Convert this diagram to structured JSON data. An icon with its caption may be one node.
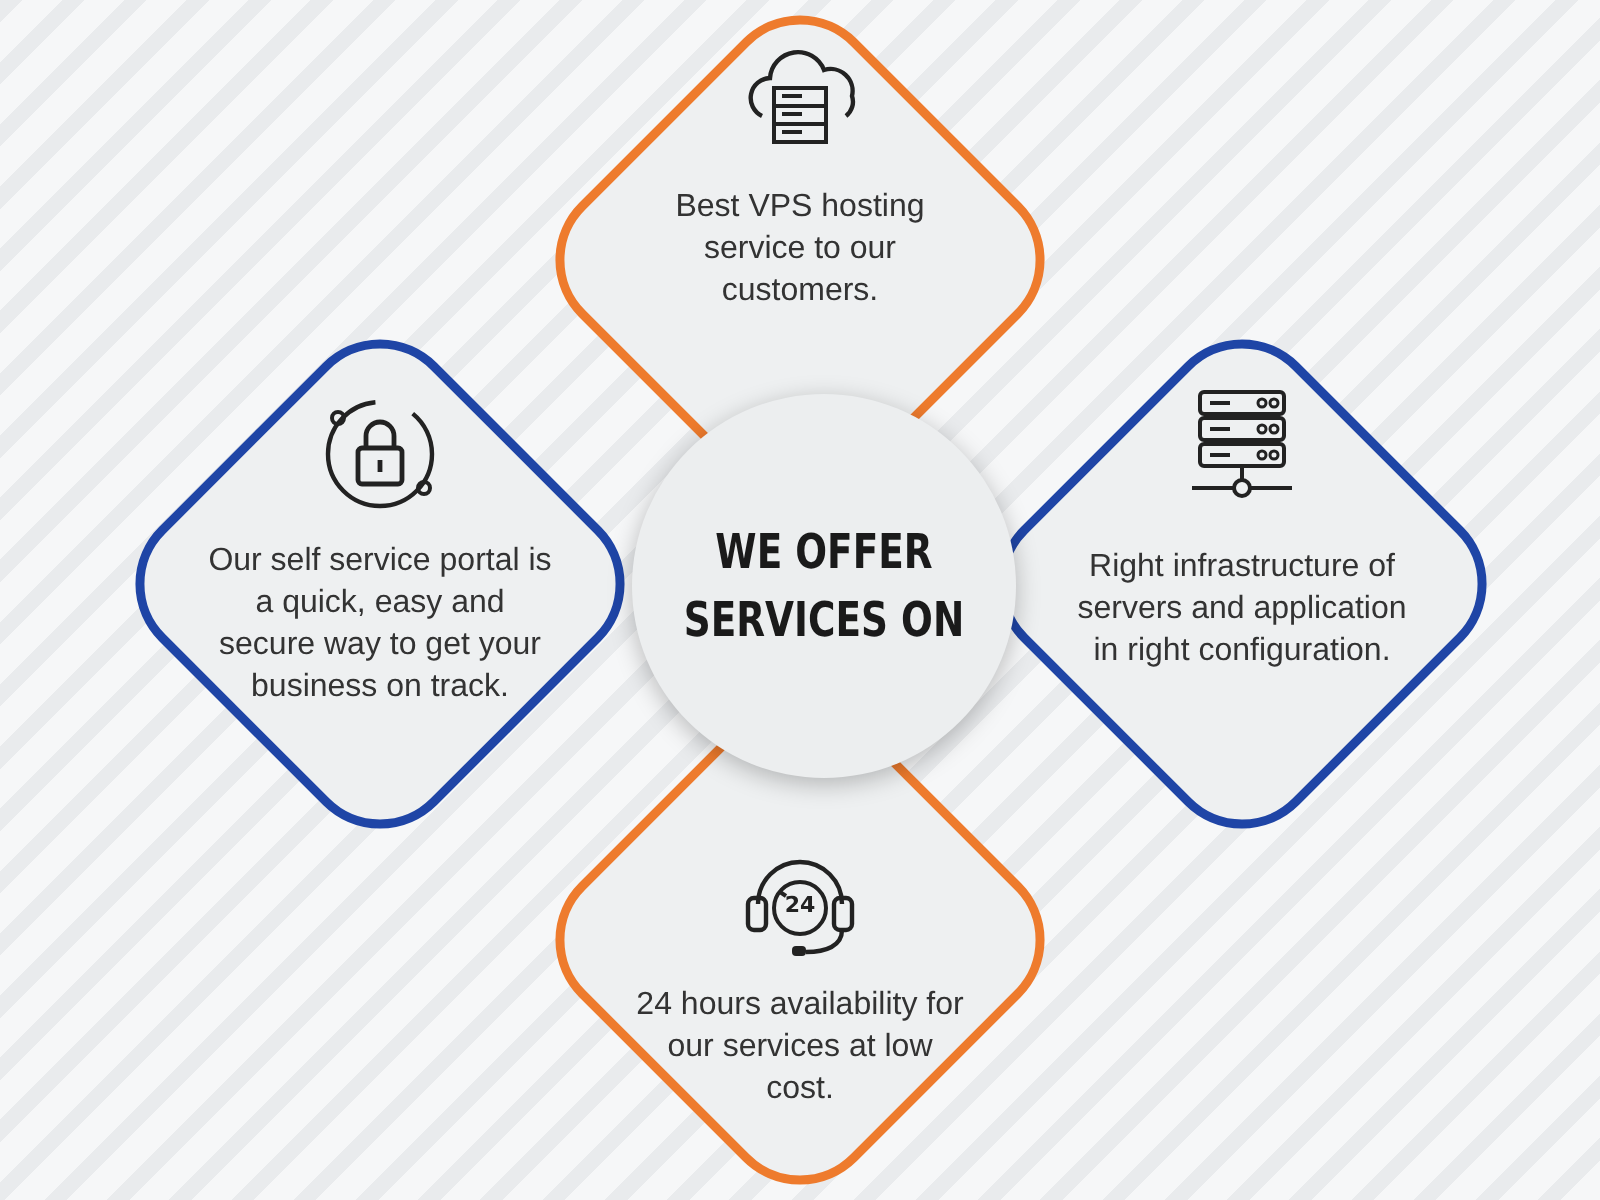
{
  "diagram": {
    "nodes": [
      {
        "text": [
          "Best VPS hosting service to our customers."
        ]
      },
      {
        "text": [
          "Our self service portal is a quick, easy and secure way to get your business on track."
        ]
      },
      {
        "text": [
          "WE OFFER SERVICES ON"
        ]
      },
      {
        "text": [
          "Right infrastructure of servers and application in right configuration."
        ]
      },
      {
        "text": [
          "24 hours availability for our services at low cost."
        ]
      }
    ],
    "labels": [
      "24"
    ]
  }
}
